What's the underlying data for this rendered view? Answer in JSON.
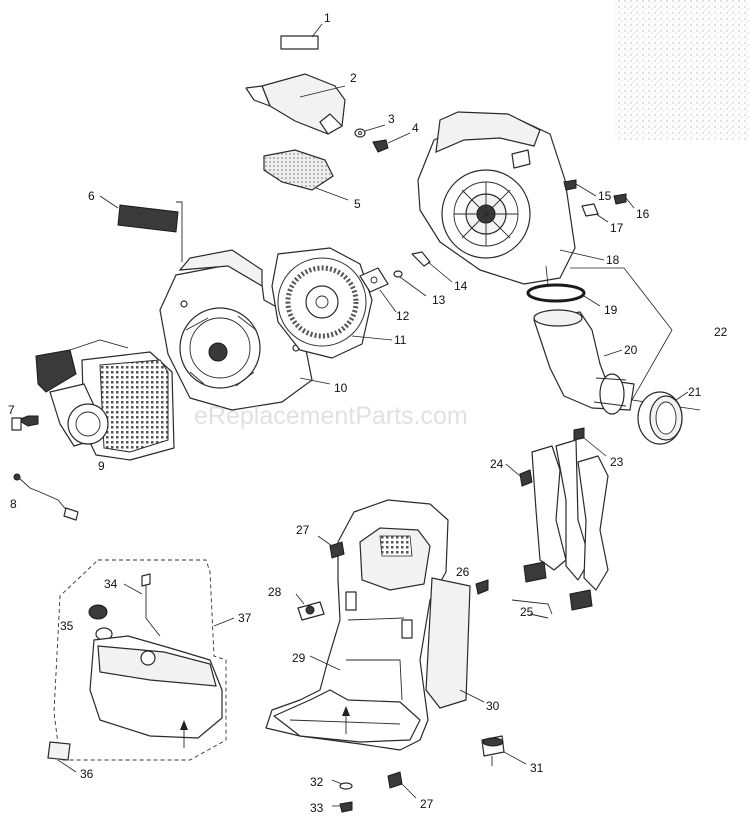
{
  "diagram": {
    "watermark": "eReplacementParts.com",
    "callouts": [
      "1",
      "2",
      "3",
      "4",
      "5",
      "6",
      "7",
      "8",
      "9",
      "10",
      "11",
      "12",
      "13",
      "14",
      "15",
      "16",
      "17",
      "18",
      "19",
      "20",
      "21",
      "22",
      "23",
      "24",
      "25",
      "26",
      "27",
      "27",
      "28",
      "29",
      "30",
      "31",
      "32",
      "33",
      "34",
      "35",
      "36",
      "37"
    ]
  }
}
